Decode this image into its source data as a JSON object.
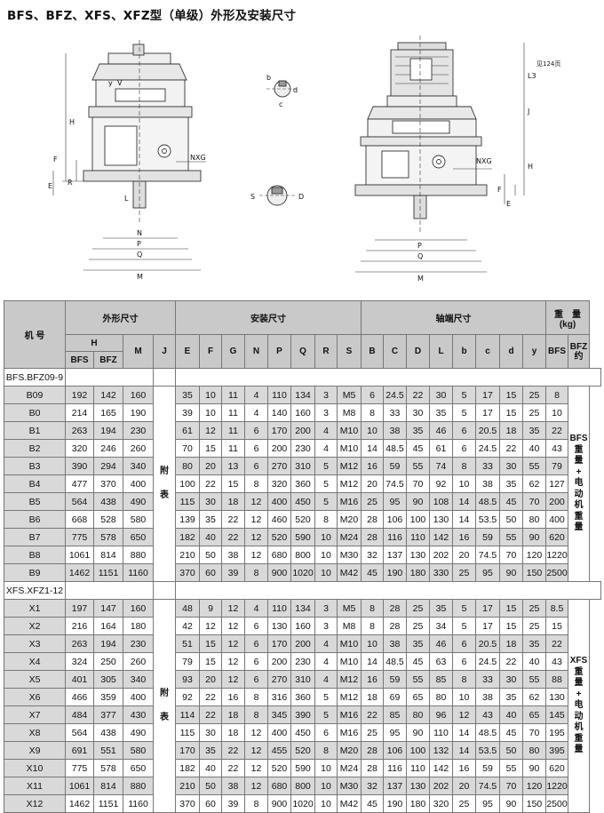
{
  "title": "BFS、BFZ、XFS、XFZ型（单级）外形及安装尺寸",
  "drawing_labels": {
    "H": "H",
    "J": "J",
    "F": "F",
    "E": "E",
    "R": "R",
    "P": "P",
    "Q": "Q",
    "M": "M",
    "y": "y",
    "V": "V",
    "L": "L",
    "b": "b",
    "c": "c",
    "d": "d",
    "D": "D",
    "S": "S",
    "nxg": "NXG",
    "L3": "L3",
    "L3_note": "见124页"
  },
  "table": {
    "header": {
      "model": "机 号",
      "outer_dims": "外形尺寸",
      "install_dims": "安装尺寸",
      "shaft_dims": "轴端尺寸",
      "weight": "重　量",
      "weight_unit": "(kg)",
      "H": "H",
      "M": "M",
      "J": "J",
      "BFS": "BFS",
      "BFZ": "BFZ",
      "weight_bfs": "BFS",
      "weight_bfz": "BFZ约",
      "install_cols": [
        "E",
        "F",
        "G",
        "N",
        "P",
        "Q",
        "R",
        "S"
      ],
      "shaft_cols": [
        "B",
        "C",
        "D",
        "L",
        "b",
        "c",
        "d",
        "y"
      ]
    },
    "sections": [
      {
        "label": "BFS.BFZ09-9",
        "j_note": "附\n\n表",
        "weight_note": "BFS\n重\n量\n+\n电\n动\n机\n重\n量",
        "rows": [
          [
            "B09",
            "192",
            "142",
            "160",
            "35",
            "10",
            "11",
            "4",
            "110",
            "134",
            "3",
            "M5",
            "6",
            "24.5",
            "22",
            "30",
            "5",
            "17",
            "15",
            "25",
            "8"
          ],
          [
            "B0",
            "214",
            "165",
            "190",
            "39",
            "10",
            "11",
            "4",
            "140",
            "160",
            "3",
            "M8",
            "8",
            "33",
            "30",
            "35",
            "5",
            "17",
            "15",
            "25",
            "10"
          ],
          [
            "B1",
            "263",
            "194",
            "230",
            "61",
            "12",
            "11",
            "6",
            "170",
            "200",
            "4",
            "M10",
            "10",
            "38",
            "35",
            "46",
            "6",
            "20.5",
            "18",
            "35",
            "22"
          ],
          [
            "B2",
            "320",
            "246",
            "260",
            "70",
            "15",
            "11",
            "6",
            "200",
            "230",
            "4",
            "M10",
            "14",
            "48.5",
            "45",
            "61",
            "6",
            "24.5",
            "22",
            "40",
            "43"
          ],
          [
            "B3",
            "390",
            "294",
            "340",
            "80",
            "20",
            "13",
            "6",
            "270",
            "310",
            "5",
            "M12",
            "16",
            "59",
            "55",
            "74",
            "8",
            "33",
            "30",
            "55",
            "79"
          ],
          [
            "B4",
            "477",
            "370",
            "400",
            "100",
            "22",
            "15",
            "8",
            "320",
            "360",
            "5",
            "M12",
            "20",
            "74.5",
            "70",
            "92",
            "10",
            "38",
            "35",
            "62",
            "127"
          ],
          [
            "B5",
            "564",
            "438",
            "490",
            "115",
            "30",
            "18",
            "12",
            "400",
            "450",
            "5",
            "M16",
            "25",
            "95",
            "90",
            "108",
            "14",
            "48.5",
            "45",
            "70",
            "200"
          ],
          [
            "B6",
            "668",
            "528",
            "580",
            "139",
            "35",
            "22",
            "12",
            "460",
            "520",
            "8",
            "M20",
            "28",
            "106",
            "100",
            "130",
            "14",
            "53.5",
            "50",
            "80",
            "400"
          ],
          [
            "B7",
            "775",
            "578",
            "650",
            "182",
            "40",
            "22",
            "12",
            "520",
            "590",
            "10",
            "M24",
            "28",
            "116",
            "110",
            "142",
            "16",
            "59",
            "55",
            "90",
            "620"
          ],
          [
            "B8",
            "1061",
            "814",
            "880",
            "210",
            "50",
            "38",
            "12",
            "680",
            "800",
            "10",
            "M30",
            "32",
            "137",
            "130",
            "202",
            "20",
            "74.5",
            "70",
            "120",
            "1220"
          ],
          [
            "B9",
            "1462",
            "1151",
            "1160",
            "370",
            "60",
            "39",
            "8",
            "900",
            "1020",
            "10",
            "M42",
            "45",
            "190",
            "180",
            "330",
            "25",
            "95",
            "90",
            "150",
            "2500"
          ]
        ]
      },
      {
        "label": "XFS.XFZ1-12",
        "j_note": "附\n\n表",
        "weight_note": "XFS\n重\n量\n+\n电\n动\n机\n重\n量",
        "rows": [
          [
            "X1",
            "197",
            "147",
            "160",
            "48",
            "9",
            "12",
            "4",
            "110",
            "134",
            "3",
            "M5",
            "8",
            "28",
            "25",
            "35",
            "5",
            "17",
            "15",
            "25",
            "8.5"
          ],
          [
            "X2",
            "216",
            "164",
            "180",
            "42",
            "12",
            "12",
            "6",
            "130",
            "160",
            "3",
            "M8",
            "8",
            "28",
            "25",
            "34",
            "5",
            "17",
            "15",
            "25",
            "15"
          ],
          [
            "X3",
            "263",
            "194",
            "230",
            "51",
            "15",
            "12",
            "6",
            "170",
            "200",
            "4",
            "M10",
            "10",
            "38",
            "35",
            "46",
            "6",
            "20.5",
            "18",
            "35",
            "22"
          ],
          [
            "X4",
            "324",
            "250",
            "260",
            "79",
            "15",
            "12",
            "6",
            "200",
            "230",
            "4",
            "M10",
            "14",
            "48.5",
            "45",
            "63",
            "6",
            "24.5",
            "22",
            "40",
            "43"
          ],
          [
            "X5",
            "401",
            "305",
            "340",
            "93",
            "20",
            "12",
            "6",
            "270",
            "310",
            "4",
            "M12",
            "16",
            "59",
            "55",
            "85",
            "8",
            "33",
            "30",
            "55",
            "88"
          ],
          [
            "X6",
            "466",
            "359",
            "400",
            "92",
            "22",
            "16",
            "8",
            "316",
            "360",
            "5",
            "M12",
            "18",
            "69",
            "65",
            "80",
            "10",
            "38",
            "35",
            "62",
            "130"
          ],
          [
            "X7",
            "484",
            "377",
            "430",
            "114",
            "22",
            "18",
            "8",
            "345",
            "390",
            "5",
            "M16",
            "22",
            "85",
            "80",
            "96",
            "12",
            "43",
            "40",
            "65",
            "145"
          ],
          [
            "X8",
            "564",
            "438",
            "490",
            "115",
            "30",
            "18",
            "12",
            "400",
            "450",
            "6",
            "M16",
            "25",
            "95",
            "90",
            "110",
            "14",
            "48.5",
            "45",
            "70",
            "195"
          ],
          [
            "X9",
            "691",
            "551",
            "580",
            "170",
            "35",
            "22",
            "12",
            "455",
            "520",
            "8",
            "M20",
            "28",
            "106",
            "100",
            "132",
            "14",
            "53.5",
            "50",
            "80",
            "395"
          ],
          [
            "X10",
            "775",
            "578",
            "650",
            "182",
            "40",
            "22",
            "12",
            "520",
            "590",
            "10",
            "M24",
            "28",
            "116",
            "110",
            "142",
            "16",
            "59",
            "55",
            "90",
            "620"
          ],
          [
            "X11",
            "1061",
            "814",
            "880",
            "210",
            "50",
            "38",
            "12",
            "680",
            "800",
            "10",
            "M30",
            "32",
            "137",
            "130",
            "202",
            "20",
            "74.5",
            "70",
            "120",
            "1220"
          ],
          [
            "X12",
            "1462",
            "1151",
            "1160",
            "370",
            "60",
            "39",
            "8",
            "900",
            "1020",
            "10",
            "M42",
            "45",
            "190",
            "180",
            "320",
            "25",
            "95",
            "90",
            "150",
            "2500"
          ]
        ]
      }
    ]
  }
}
